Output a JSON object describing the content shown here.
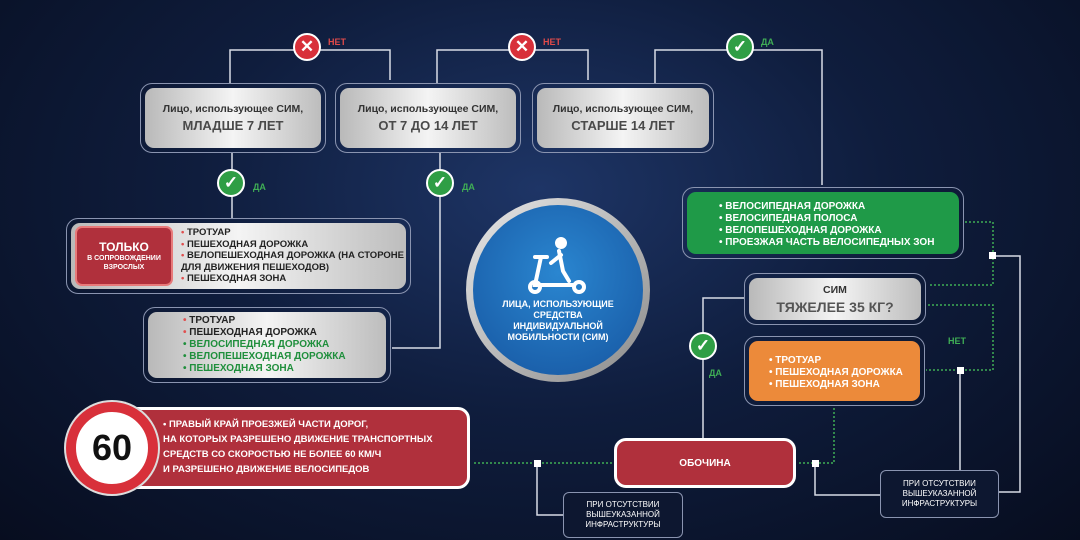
{
  "top_boxes": [
    {
      "line1": "Лицо, использующее СИМ,",
      "line2": "МЛАДШЕ 7 ЛЕТ"
    },
    {
      "line1": "Лицо, использующее СИМ,",
      "line2": "ОТ 7 ДО 14 ЛЕТ"
    },
    {
      "line1": "Лицо, использующее СИМ,",
      "line2": "СТАРШЕ 14 ЛЕТ"
    }
  ],
  "labels": {
    "no": "НЕТ",
    "yes": "ДА"
  },
  "under7": {
    "badge_title": "ТОЛЬКО",
    "badge_sub": "В СОПРОВОЖДЕНИИ ВЗРОСЛЫХ",
    "items": [
      "ТРОТУАР",
      "ПЕШЕХОДНАЯ ДОРОЖКА",
      "ВЕЛОПЕШЕХОДНАЯ ДОРОЖКА (НА СТОРОНЕ ДЛЯ ДВИЖЕНИЯ ПЕШЕХОДОВ)",
      "ПЕШЕХОДНАЯ ЗОНА"
    ]
  },
  "age7_14": {
    "items": [
      "ТРОТУАР",
      "ПЕШЕХОДНАЯ ДОРОЖКА"
    ],
    "green_items": [
      "ВЕЛОСИПЕДНАЯ ДОРОЖКА",
      "ВЕЛОПЕШЕХОДНАЯ ДОРОЖКА",
      "ПЕШЕХОДНАЯ ЗОНА"
    ]
  },
  "center": {
    "text": "ЛИЦА, ИСПОЛЬЗУЮЩИЕ СРЕДСТВА ИНДИВИДУАЛЬНОЙ МОБИЛЬНОСТИ (СИМ)",
    "icon": "scooter-icon"
  },
  "over14": {
    "items": [
      "ВЕЛОСИПЕДНАЯ ДОРОЖКА",
      "ВЕЛОСИПЕДНАЯ ПОЛОСА",
      "ВЕЛОПЕШЕХОДНАЯ ДОРОЖКА",
      "ПРОЕЗЖАЯ ЧАСТЬ ВЕЛОСИПЕДНЫХ ЗОН"
    ]
  },
  "weight": {
    "line1": "СИМ",
    "line2": "ТЯЖЕЛЕЕ 35 КГ?"
  },
  "light": {
    "items": [
      "ТРОТУАР",
      "ПЕШЕХОДНАЯ ДОРОЖКА",
      "ПЕШЕХОДНАЯ ЗОНА"
    ]
  },
  "shoulder": "ОБОЧИНА",
  "road": {
    "sign": "60",
    "lines": [
      "• ПРАВЫЙ КРАЙ ПРОЕЗЖЕЙ ЧАСТИ ДОРОГ,",
      "НА КОТОРЫХ РАЗРЕШЕНО ДВИЖЕНИЕ ТРАНСПОРТНЫХ",
      "СРЕДСТВ СО СКОРОСТЬЮ НЕ БОЛЕЕ 60 КМ/Ч",
      "И РАЗРЕШЕНО ДВИЖЕНИЕ ВЕЛОСИПЕДОВ"
    ]
  },
  "note": "ПРИ ОТСУТСТВИИ ВЫШЕУКАЗАННОЙ ИНФРАСТРУКТУРЫ",
  "colors": {
    "red": "#b0303c",
    "green": "#1f9a48",
    "orange": "#ec8a3a",
    "blue": "#1e6fb8"
  }
}
